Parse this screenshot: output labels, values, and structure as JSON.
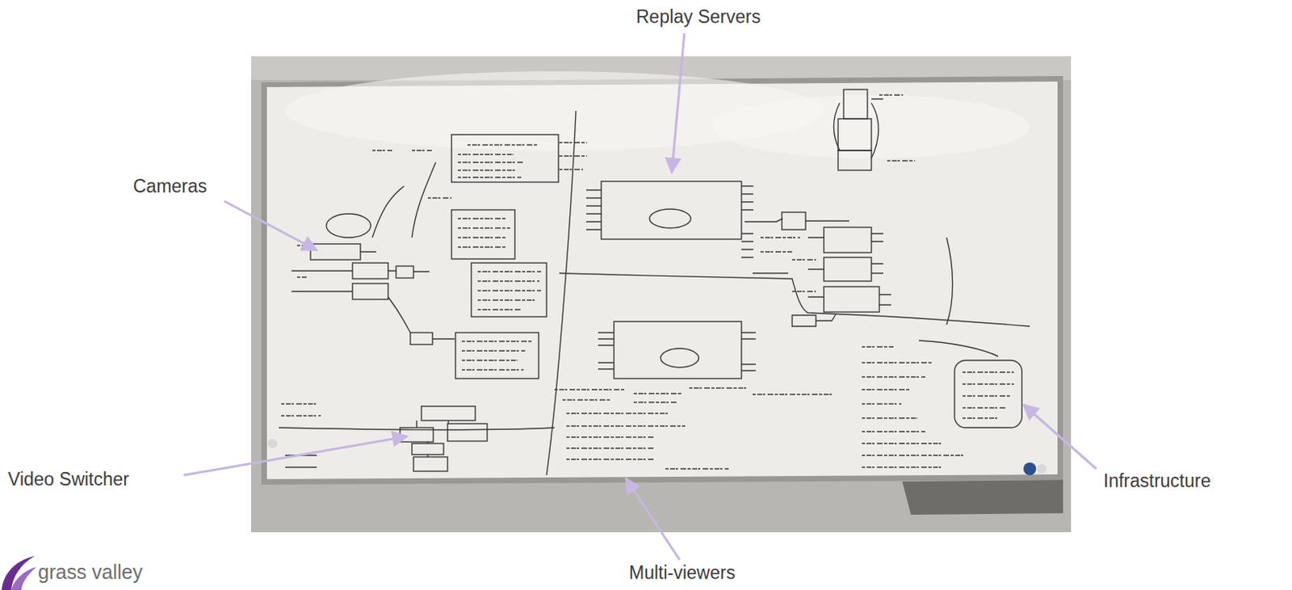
{
  "diagram": {
    "labels": [
      "Replay Servers",
      "Cameras",
      "Video Switcher",
      "Infrastructure",
      "Multi-viewers",
      "grass valley"
    ]
  }
}
